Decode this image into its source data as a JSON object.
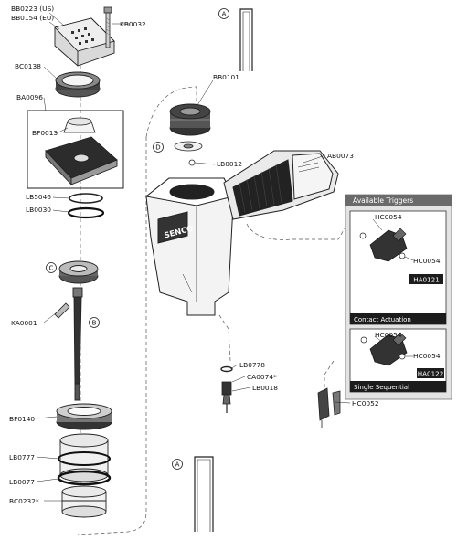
{
  "parts": {
    "bb0223": "BB0223 (US)",
    "bb0154": "BB0154 (EU)",
    "kb0032": "KB0032",
    "bc0138": "BC0138",
    "ba0096": "BA0096",
    "bf0013": "BF0013",
    "lb5046": "LB5046",
    "lb0030": "LB0030",
    "ka0001": "KA0001",
    "bf0140": "BF0140",
    "lb0777": "LB0777",
    "lb0077": "LB0077",
    "bc0232": "BC0232*",
    "bb0101": "BB0101",
    "lb0012": "LB0012",
    "ab0073": "AB0073",
    "lb0778": "LB0778",
    "ca0074": "CA0074*",
    "lb0018": "LB0018",
    "hc0052": "HC0052"
  },
  "callouts": {
    "a": "A",
    "b": "B",
    "c": "C",
    "d": "D"
  },
  "brand": "SENCO",
  "triggers": {
    "title": "Available Triggers",
    "contact": {
      "part_top": "HC0054",
      "part_right": "HC0054",
      "code": "HA0121",
      "caption": "Contact Actuation"
    },
    "sequential": {
      "part_top": "HC0054",
      "part_right": "HC0054",
      "code": "HA0122",
      "caption": "Single Sequential"
    }
  }
}
